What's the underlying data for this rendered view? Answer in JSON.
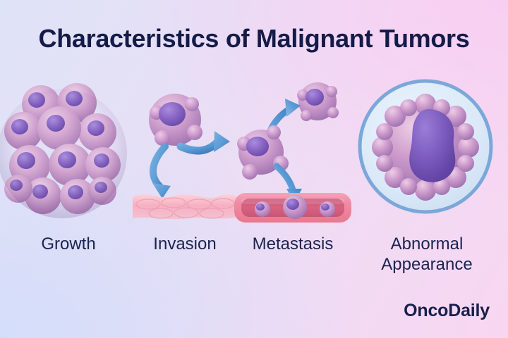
{
  "title": "Characteristics of Malignant Tumors",
  "brand": "OncoDaily",
  "panels": [
    {
      "key": "growth",
      "label": "Growth",
      "illustration": "tumor-cell-cluster",
      "cell_count": 13
    },
    {
      "key": "invasion",
      "label": "Invasion",
      "illustration": "cell-invading-tissue-with-arrows",
      "arrows": 2,
      "tissue": "pink-tissue-layer"
    },
    {
      "key": "metastasis",
      "label": "Metastasis",
      "illustration": "cell-spreading-to-blood-vessel",
      "arrows": 2,
      "vessel_cells": 3
    },
    {
      "key": "abnormal",
      "label_line1": "Abnormal",
      "label_line2": "Appearance",
      "illustration": "magnified-irregular-cell",
      "lens": "magnifier-ring"
    }
  ],
  "colors": {
    "title_text": "#141b48",
    "label_text": "#1b2450",
    "brand_text": "#181f4c",
    "bg_top_left": "#dfe3f7",
    "bg_top_right": "#f8d6f2",
    "bg_bottom_left": "#d6ddf8",
    "cell_body": "#c9a0cc",
    "cell_body_light": "#e3bcdc",
    "cell_nucleus": "#8d6bc4",
    "cell_nucleus_dark": "#7255b4",
    "arrow_blue": "#5b9bd5",
    "arrow_blue_dark": "#3f7cb8",
    "tissue_pink": "#f7b8c6",
    "vessel_pink": "#ef8ba4",
    "vessel_lumen": "#d9617f",
    "lens_ring": "#7ba7d9",
    "lens_fill": "#d9e8f7"
  }
}
